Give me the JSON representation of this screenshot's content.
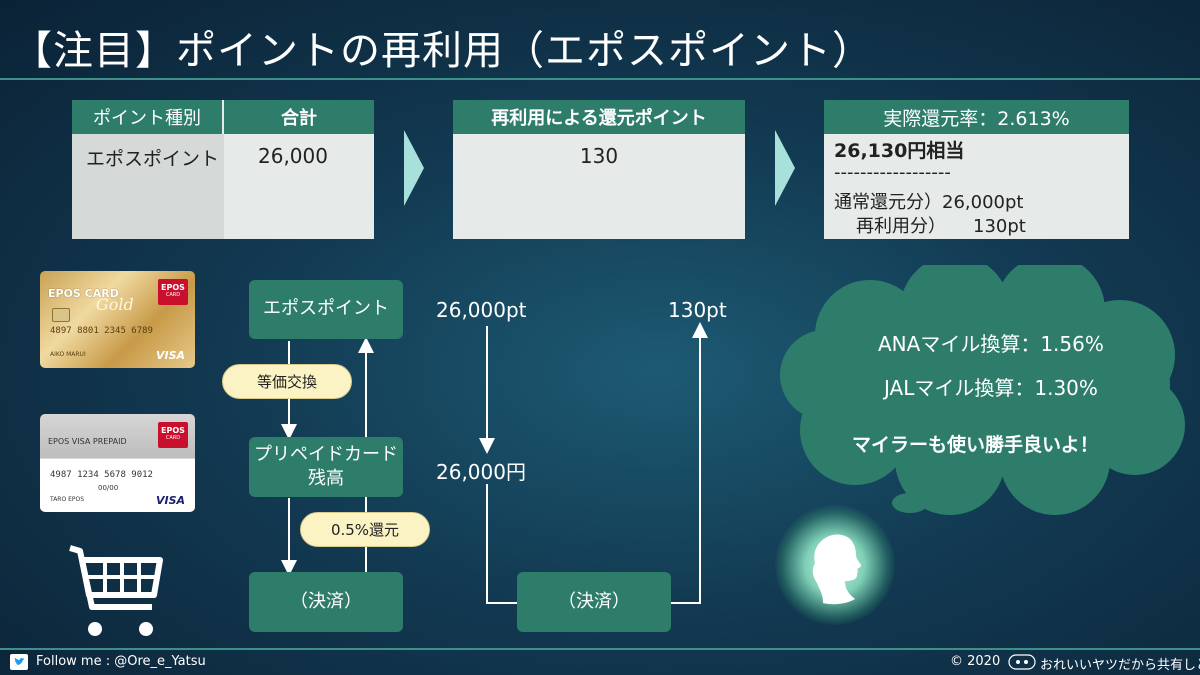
{
  "title": "【注目】ポイントの再利用（エポスポイント）",
  "table1": {
    "col1_header": "ポイント種別",
    "col2_header": "合計",
    "row_label": "エポスポイント",
    "row_value": "26,000"
  },
  "table2": {
    "header": "再利用による還元ポイント",
    "value": "130"
  },
  "table3": {
    "header": "実際還元率：2.613%",
    "equivalent": "26,130円相当",
    "separator": "------------------",
    "line1": "通常還元分）26,000pt",
    "line2": "再利用分）　　130pt"
  },
  "cards": {
    "gold": {
      "brand": "EPOS CARD",
      "script": "Gold",
      "logo": "EPOS",
      "logo_sub": "CARD",
      "number": "4897 8801 2345 6789",
      "name": "AIKO MARUI",
      "network": "VISA"
    },
    "prepaid": {
      "brand": "EPOS VISA PREPAID",
      "logo": "EPOS",
      "logo_sub": "CARD",
      "number": "4987 1234 5678 9012",
      "expiry": "00/00",
      "name": "TARO EPOS",
      "network": "VISA"
    }
  },
  "flow": {
    "box_points": "エポスポイント",
    "pill_exchange": "等価交換",
    "box_prepaid_line1": "プリペイドカード",
    "box_prepaid_line2": "残高",
    "pill_return": "0.5%還元",
    "box_payment_left": "（決済）",
    "box_payment_right": "（決済）",
    "amount_points": "26,000pt",
    "amount_yen": "26,000円",
    "amount_reuse": "130pt"
  },
  "cloud": {
    "ana": "ANAマイル換算：1.56%",
    "jal": "JALマイル換算：1.30%",
    "note": "マイラーも使い勝手良いよ！"
  },
  "footer": {
    "follow": "Follow me : @Ore_e_Yatsu",
    "copyright": "© 2020",
    "site": "おれいいヤツだから共有しとくよ"
  },
  "colors": {
    "accent": "#2e7d6b",
    "chevron": "#a8e0dc",
    "pill": "#fbf3c4",
    "cloud": "#2e7d6b",
    "background": "#123a52"
  }
}
